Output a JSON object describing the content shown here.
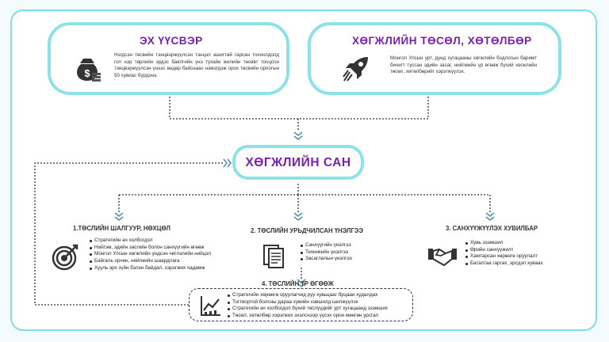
{
  "source_box": {
    "title": "ЭХ ҮҮСВЭР",
    "text": "Нэгдсэн төсвийн тэнцвэржүүлсэн тэнцэл ашигтай гарсан тохиолдолд гол нэр төрлийн эрдэс баялгийн үнэ тухайн жилийн төсөвт тооцсон тэнцвэржүүлсэн үнээс өндөр байснаас нэмэгдэж орох төсвийн орлогын 50 хувиас бүрдэнэ."
  },
  "program_box": {
    "title": "ХӨГЖЛИЙН ТӨСӨЛ, ХӨТӨЛБӨР",
    "text": "Монгол Улсын урт, дунд хугацааны хөгжлийн бодлогын баримт бичигт туссан эдийн засаг, нийгмийн үр өгөөж бүхий хөгжлийн төсөл, хөтөлбөрийг хэрэгжүүлэх."
  },
  "fund": {
    "title": "ХӨГЖЛИЙН САН"
  },
  "sections": {
    "criteria": {
      "title": "1.ТӨСЛИЙН ШАЛГУУР, НӨХЦӨЛ",
      "items": [
        "Стратегийн ач холбогдол",
        "Нийгэм, эдийн засгийн болон санхүүгийн өгөөж",
        "Монгол Улсын хөгжлийн үндсэн чиглэлийн нийцэл",
        "Байгаль орчин, нийгмийн шаардлага",
        "Хууль эрх зүйн бэлэн байдал, хэрэгжих чадамж"
      ]
    },
    "assessment": {
      "title": "2. ТӨСЛИЙН УРЬДЧИЛСАН ҮНЭЛГЭЭ",
      "items": [
        "Санхүүгийн үнэлгээ",
        "Техникийн үнэлгээ",
        "Засаглалын үнэлгээ"
      ]
    },
    "financing": {
      "title": "3. САНХҮҮЖҮҮЛЭХ ХУВИЛБАР",
      "items": [
        "Хувь эзэмшил",
        "Өрийн санхүүжилт",
        "Хамтарсан хөрөнгө оруулалт",
        "Баталгаа гаргах, эрсдэл хуваах"
      ]
    },
    "benefit": {
      "title": "4. ТӨСЛИЙН ҮР ӨГӨӨЖ",
      "items": [
        "Стратегийн хөрөнгө оруулагчид руу хувьцааг буцаан худалдах",
        "Тогтвортой болсны дараа хувийн хэвшилд шилжүүлэх",
        "Стратегийн ач холбогдол бүхий төслүүдийг урт хугацаанд эзэмших",
        "Төсөл, хөтөлбөр хэрэгжих эхэлснээр үүсэх орон мөнгөн урсгал"
      ]
    }
  },
  "icons": {
    "source": "money-bag-icon",
    "program": "rocket-icon",
    "criteria": "target-icon",
    "assessment": "documents-icon",
    "financing": "handshake-icon",
    "benefit": "growth-chart-icon"
  },
  "colors": {
    "accent": "#8be3e7",
    "title": "#7a1fb5",
    "chevron": "#5a8fa0"
  }
}
